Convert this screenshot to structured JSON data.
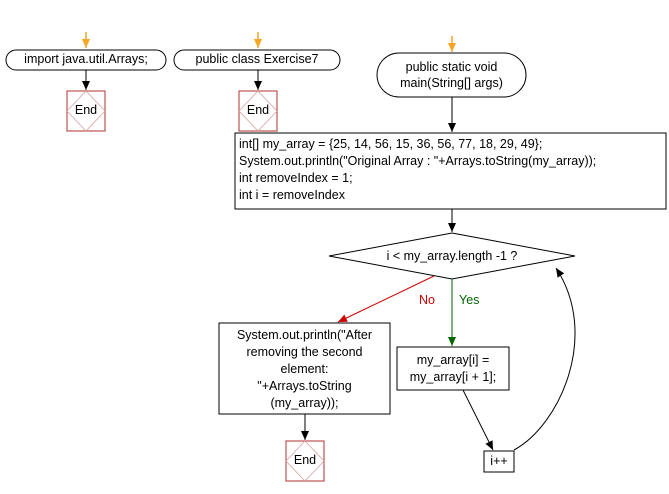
{
  "colors": {
    "start_arrow": "#f5a623",
    "flow_arrow": "#000000",
    "no_branch": "#cc0000",
    "yes_branch": "#006600",
    "end_box_border": "#b03030"
  },
  "nodes": {
    "import": {
      "text": "import java.util.Arrays;"
    },
    "class": {
      "text": "public class Exercise7"
    },
    "main": {
      "line1": "public static void",
      "line2": "main(String[] args)"
    },
    "init": {
      "line1": "int[] my_array = {25, 14, 56, 15, 36, 56, 77, 18, 29, 49};",
      "line2": "System.out.println(\"Original Array : \"+Arrays.toString(my_array));",
      "line3": "int removeIndex = 1;",
      "line4": "int i = removeIndex"
    },
    "condition": {
      "text": "i < my_array.length -1 ?"
    },
    "print": {
      "line1": "System.out.println(\"After",
      "line2": "removing the second",
      "line3": "element:",
      "line4": "\"+Arrays.toString",
      "line5": "(my_array));"
    },
    "assign": {
      "line1": "my_array[i] =",
      "line2": "my_array[i + 1];"
    },
    "increment": {
      "text": "i++"
    },
    "end_label": "End"
  },
  "edges": {
    "no_label": "No",
    "yes_label": "Yes"
  }
}
